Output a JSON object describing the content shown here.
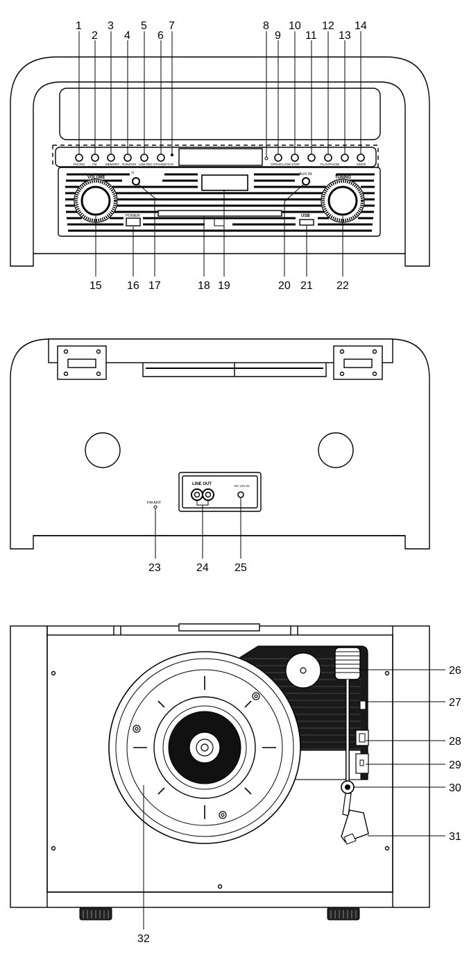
{
  "front_view": {
    "callouts_top": [
      "1",
      "2",
      "3",
      "4",
      "5",
      "6",
      "7",
      "8",
      "9",
      "10",
      "11",
      "12",
      "13",
      "14"
    ],
    "callouts_bottom": [
      "15",
      "16",
      "17",
      "18",
      "19",
      "20",
      "21",
      "22"
    ],
    "button_labels": [
      "PHONO",
      "FM",
      "MEMORY",
      "RANDOM",
      "USB REC",
      "STANDBY/ON",
      "OPEN/CLOSE",
      "STOP",
      "PLAY/PAUSE",
      "MODE"
    ],
    "labels": {
      "volume": "VOLUME",
      "tuning": "TUNING",
      "power": "POWER",
      "usb": "USB",
      "aux_in": "AUX IN",
      "headphone": "⊙"
    }
  },
  "rear_view": {
    "callouts": [
      "23",
      "24",
      "25"
    ],
    "labels": {
      "line_out": "LINE OUT",
      "dc_in": "DC 12V IN",
      "fm_ant": "FM ANT"
    }
  },
  "top_view": {
    "callouts": [
      "26",
      "27",
      "28",
      "29",
      "30",
      "31",
      "32"
    ]
  }
}
